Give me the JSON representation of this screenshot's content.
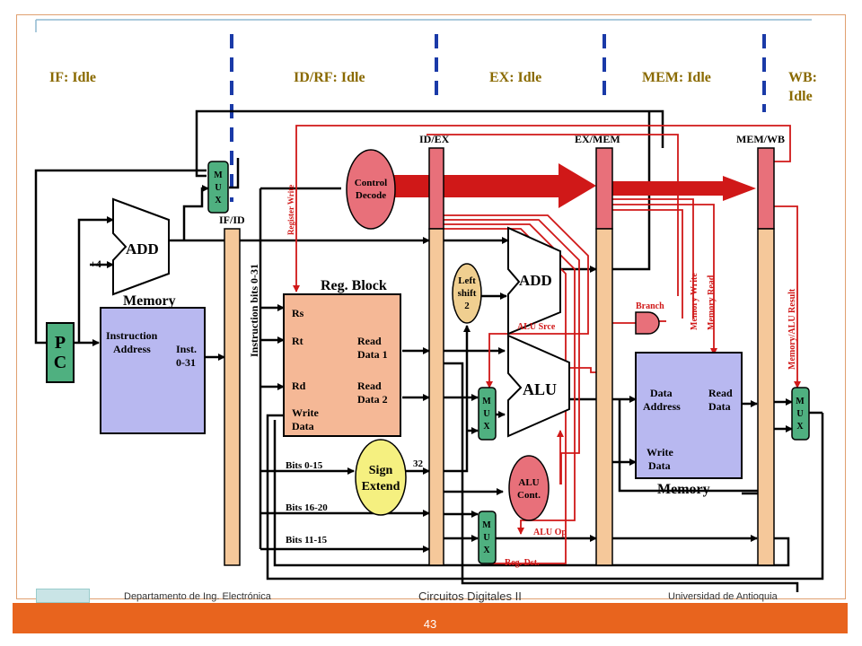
{
  "stages": {
    "if": "IF: Idle",
    "id": "ID/RF: Idle",
    "ex": "EX: Idle",
    "mem": "MEM: Idle",
    "wb1": "WB:",
    "wb2": "Idle"
  },
  "registers": {
    "ifid": "IF/ID",
    "idex": "ID/EX",
    "exmem": "EX/MEM",
    "memwb": "MEM/WB"
  },
  "blocks": {
    "pc1": "P",
    "pc2": "C",
    "add_top": "ADD",
    "plus4": "+4",
    "mux": [
      "M",
      "U",
      "X"
    ],
    "inst_mem_title": "Memory",
    "inst_mem_addr1": "Instruction",
    "inst_mem_addr2": "Address",
    "inst_mem_out1": "Inst.",
    "inst_mem_out2": "0-31",
    "inst_bits": "Instruction bits 0-31",
    "control1": "Control",
    "control2": "Decode",
    "reg_write": "Register Write",
    "reg_block": "Reg. Block",
    "rs": "Rs",
    "rt": "Rt",
    "rd": "Rd",
    "read_data1a": "Read",
    "read_data1b": "Data 1",
    "read_data2a": "Read",
    "read_data2b": "Data 2",
    "write_data1": "Write",
    "write_data2": "Data",
    "shift1": "Left",
    "shift2": "shift",
    "shift3": "2",
    "add_ex": "ADD",
    "alu": "ALU",
    "alu_src": "ALU Srce",
    "alu_cont1": "ALU",
    "alu_cont2": "Cont.",
    "alu_op": "ALU Op",
    "reg_dst": "Reg. Dst.",
    "sign1": "Sign",
    "sign2": "Extend",
    "bits_0_15": "Bits 0-15",
    "thirty_two": "32",
    "bits_16_20": "Bits 16-20",
    "bits_11_15": "Bits 11-15",
    "branch": "Branch",
    "mem_write": "Memory Write",
    "mem_read": "Memory Read",
    "mem_data1": "Data",
    "mem_data2": "Address",
    "mem_read1": "Read",
    "mem_read2": "Data",
    "mem_write1": "Write",
    "mem_write2": "Data",
    "data_mem_title": "Memory",
    "mem_alu_result": "Memory/ALU Result"
  },
  "footer": {
    "left": "Departamento de Ing. Electrónica",
    "center": "Circuitos Digitales II",
    "right": "Universidad de Antioquia",
    "page": "43"
  },
  "colors": {
    "blue_dash": "#1a3aa8",
    "stage_text": "#8a6a00",
    "red": "#d01818",
    "pc_fill": "#4fb080",
    "mem_fill": "#b8b8f0",
    "reg_fill": "#f5b896",
    "pipe_fill": "#f5c89a",
    "accent": "#e8641e"
  }
}
